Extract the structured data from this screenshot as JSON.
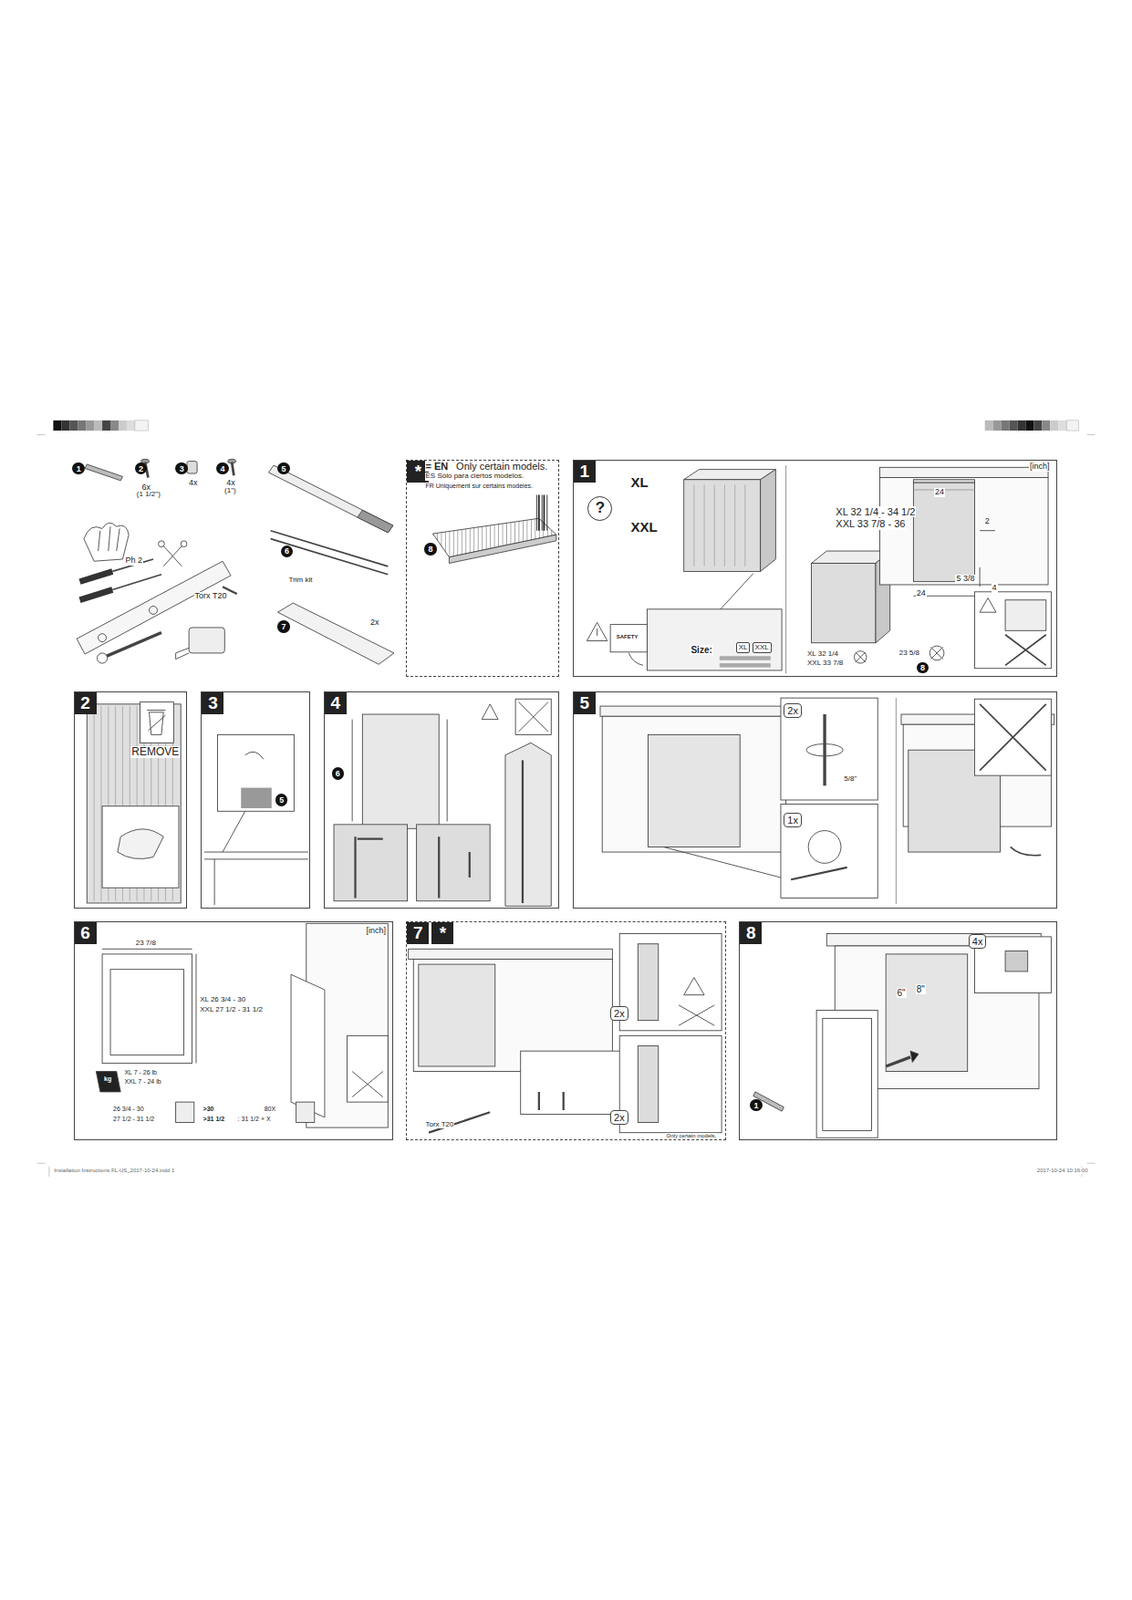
{
  "diagram": {
    "nodes": [
      {
        "text": [
          "1"
        ]
      },
      {
        "text": [
          "2"
        ]
      },
      {
        "text": [
          "3"
        ]
      },
      {
        "text": [
          "4"
        ]
      },
      {
        "text": [
          "5"
        ]
      },
      {
        "text": [
          "6"
        ]
      },
      {
        "text": [
          "7"
        ]
      },
      {
        "text": [
          "*"
        ]
      },
      {
        "text": [
          "8"
        ],
        "in": 7
      },
      {
        "text": [
          "1"
        ]
      },
      {
        "text": [
          "?"
        ],
        "in": 9
      },
      {
        "text": [
          "XL"
        ],
        "in": 9
      },
      {
        "text": [
          "XXL"
        ],
        "in": 9
      },
      {
        "text": [
          "8"
        ],
        "in": 9
      },
      {
        "text": [
          "2"
        ]
      },
      {
        "text": [
          "3"
        ]
      },
      {
        "text": [
          "5"
        ],
        "in": 15
      },
      {
        "text": [
          "4"
        ]
      },
      {
        "text": [
          "6"
        ],
        "in": 17
      },
      {
        "text": [
          "5"
        ]
      },
      {
        "text": [
          "2x"
        ],
        "in": 19
      },
      {
        "text": [
          "1x"
        ],
        "in": 19
      },
      {
        "text": [
          "6"
        ]
      },
      {
        "text": [
          "7",
          "*"
        ]
      },
      {
        "text": [
          "2x"
        ],
        "in": 23
      },
      {
        "text": [
          "2x"
        ],
        "in": 23
      },
      {
        "text": [
          "8"
        ]
      },
      {
        "text": [
          "4x"
        ],
        "in": 26
      },
      {
        "text": [
          "1"
        ],
        "in": 26
      }
    ],
    "labels": [
      "6x",
      "(1 1/2\")",
      "4x",
      "4x",
      "(1\")",
      "Ph 2",
      "Torx T20",
      "Trim kit",
      "2x",
      "= EN",
      "Only certain models.",
      "ES Sólo para ciertos modelos.",
      "FR Uniquement sur certains modèles.",
      "XL",
      "XXL",
      "SAFETY",
      "Size:",
      "[inch]",
      "XL 32 1/4 - 34 1/2",
      "XXL 33 7/8 - 36",
      "24",
      "2",
      "5 3/8",
      "4",
      "24",
      "XL  32 1/4",
      "XXL  33 7/8",
      "23 5/8",
      "REMOVE",
      "5/8\"",
      "[inch]",
      "23 7/8",
      "XL  26 3/4 - 30",
      "XXL  27 1/2 - 31 1/2",
      "kg",
      "XL  7 - 26 lb",
      "XXL  7 - 24 lb",
      "26 3/4 - 30",
      "27 1/2 - 31 1/2",
      ">30",
      "80X",
      ">31 1/2",
      ": 31 1/2 + X",
      "Torx T20",
      "Only certain models.",
      "6\"",
      "8\"",
      "Installation Instructions FL-US_2017-10-24.indd   1",
      "2017-10-24   10:16:00"
    ]
  }
}
